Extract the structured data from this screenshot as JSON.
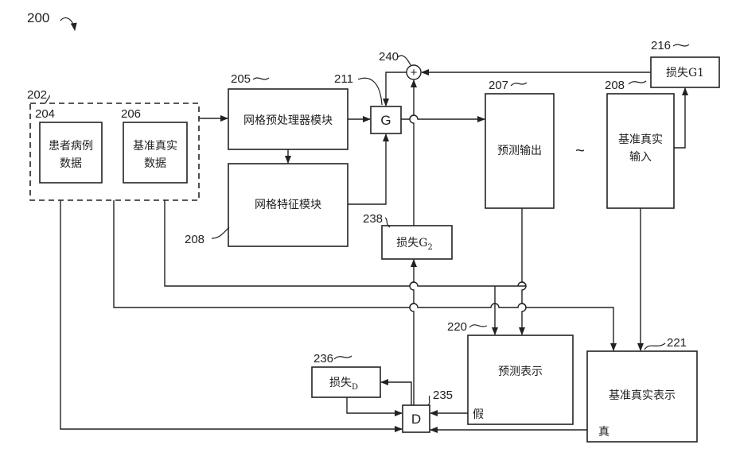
{
  "figure": {
    "number": "200"
  },
  "nodes": {
    "input_group": {
      "ref": "202"
    },
    "patient_data": {
      "ref": "204",
      "line1": "患者病例",
      "line2": "数据"
    },
    "ground_truth_data": {
      "ref": "206",
      "line1": "基准真实",
      "line2": "数据"
    },
    "grid_preprocessor": {
      "ref": "205",
      "label": "网格预处理器模块"
    },
    "grid_feature": {
      "ref": "208",
      "label": "网格特征模块"
    },
    "generator": {
      "ref": "211",
      "label": "G"
    },
    "summer": {
      "ref": "240",
      "symbol": "+"
    },
    "predicted_output": {
      "ref": "207",
      "label": "预测输出"
    },
    "tilde": {
      "symbol": "~"
    },
    "ground_truth_input": {
      "ref": "208",
      "line1": "基准真实",
      "line2": "输入"
    },
    "loss_g1": {
      "ref": "216",
      "label": "损失G1"
    },
    "loss_g2": {
      "ref": "238",
      "label": "损失G",
      "sub": "2"
    },
    "predicted_repr": {
      "ref": "220",
      "label": "预测表示",
      "tag": "假"
    },
    "ground_truth_repr": {
      "ref": "221",
      "label": "基准真实表示",
      "tag": "真"
    },
    "loss_d": {
      "ref": "236",
      "label": "损失",
      "sub": "D"
    },
    "discriminator": {
      "ref": "235",
      "label": "D"
    }
  }
}
